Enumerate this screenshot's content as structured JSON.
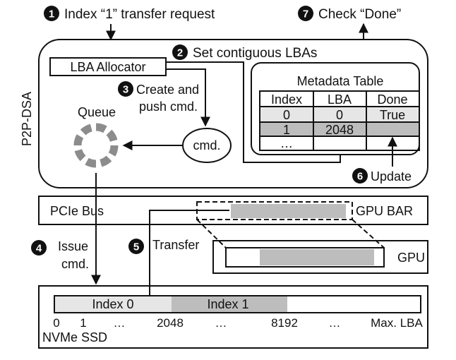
{
  "steps": {
    "s1": {
      "num": "1",
      "label": "Index “1” transfer request"
    },
    "s2": {
      "num": "2",
      "label": "Set contiguous LBAs"
    },
    "s3": {
      "num": "3",
      "line1": "Create and",
      "line2": "push cmd."
    },
    "s4": {
      "num": "4",
      "line1": "Issue",
      "line2": "cmd."
    },
    "s5": {
      "num": "5",
      "label": "Transfer"
    },
    "s6": {
      "num": "6",
      "label": "Update"
    },
    "s7": {
      "num": "7",
      "label": "Check “Done”"
    }
  },
  "p2p_dsa": {
    "label": "P2P-DSA",
    "lba_allocator": "LBA Allocator",
    "queue": "Queue",
    "cmd": "cmd."
  },
  "metadata_table": {
    "title": "Metadata Table",
    "headers": [
      "Index",
      "LBA",
      "Done"
    ],
    "rows": [
      [
        "0",
        "0",
        "True"
      ],
      [
        "1",
        "2048",
        ""
      ],
      [
        "…",
        "",
        ""
      ]
    ]
  },
  "pcie_bus": {
    "label": "PCIe Bus",
    "gpu_bar": "GPU BAR"
  },
  "gpu": {
    "label": "GPU"
  },
  "ssd": {
    "label": "NVMe SSD",
    "index0": "Index 0",
    "index1": "Index 1",
    "axis_labels": [
      "0",
      "1",
      "…",
      "2048",
      "…",
      "8192",
      "…",
      "Max. LBA"
    ]
  },
  "colors": {
    "line": "#111111",
    "gray_fill": "#bdbdbd",
    "light_fill": "#e6e6e6",
    "queue_gray": "#8c8c8c",
    "badge": "#111111"
  }
}
